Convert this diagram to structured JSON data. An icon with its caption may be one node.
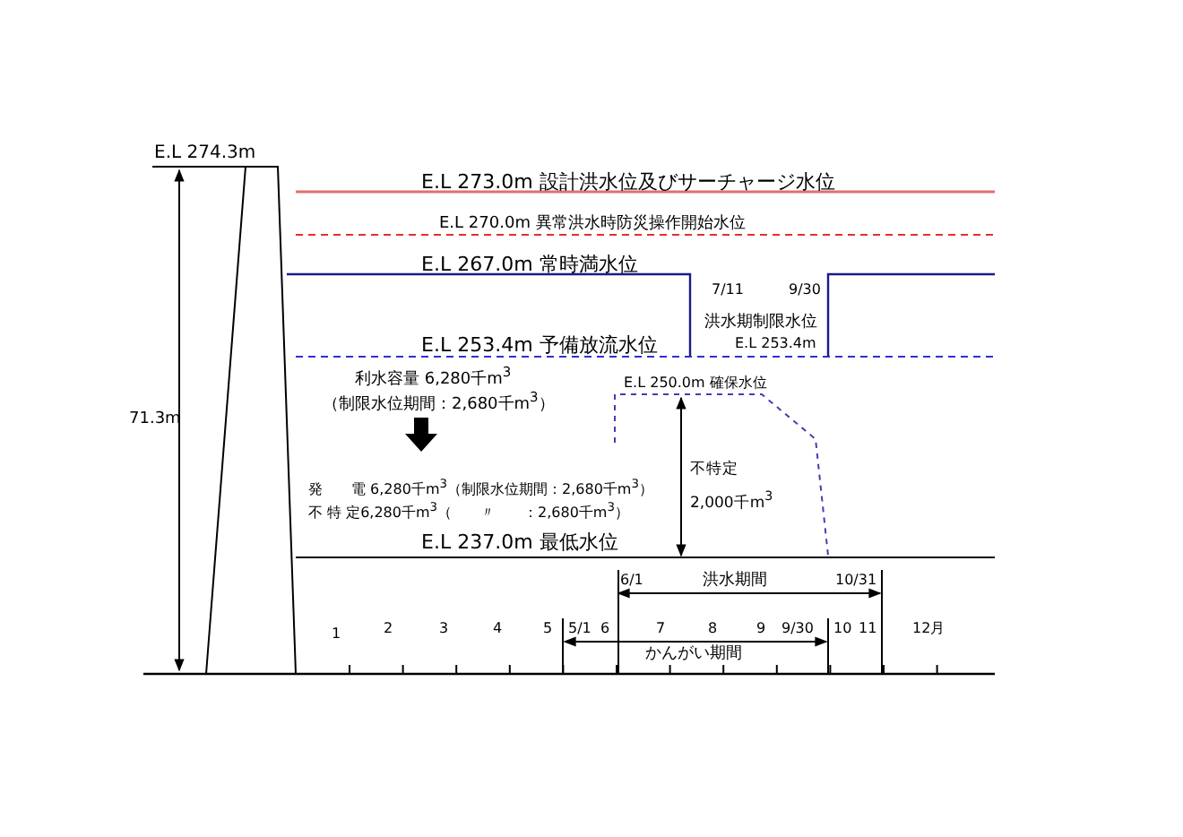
{
  "diagram": {
    "labels": [
      "E.L 274.3m",
      "E.L 273.0m 設計洪水位及びサーチャージ水位",
      "E.L 270.0m 異常洪水時防災操作開始水位",
      "E.L 267.0m 常時満水位",
      "7/11",
      "9/30",
      "洪水期制限水位",
      "E.L 253.4m",
      "E.L 253.4m 予備放流水位",
      "71.3m",
      "E.L 250.0m 確保水位",
      "利水容量 6,280千m$^{3}$",
      "（制限水位期間：2,680千m$^{3}$）",
      "不特定",
      "2,000千m$^{3}$",
      "発　　電 6,280千m$^{3}$（制限水位期間：2,680千m$^{3}$）",
      "不 特 定6,280千m$^{3}$（　　〃　　：2,680千m$^{3}$）",
      "E.L 237.0m 最低水位",
      "6/1",
      "洪水期間",
      "10/31",
      "1",
      "2",
      "3",
      "4",
      "5",
      "5/1",
      "6",
      "7",
      "かんがい期間",
      "8",
      "9",
      "9/30",
      "10",
      "11",
      "12月"
    ]
  }
}
